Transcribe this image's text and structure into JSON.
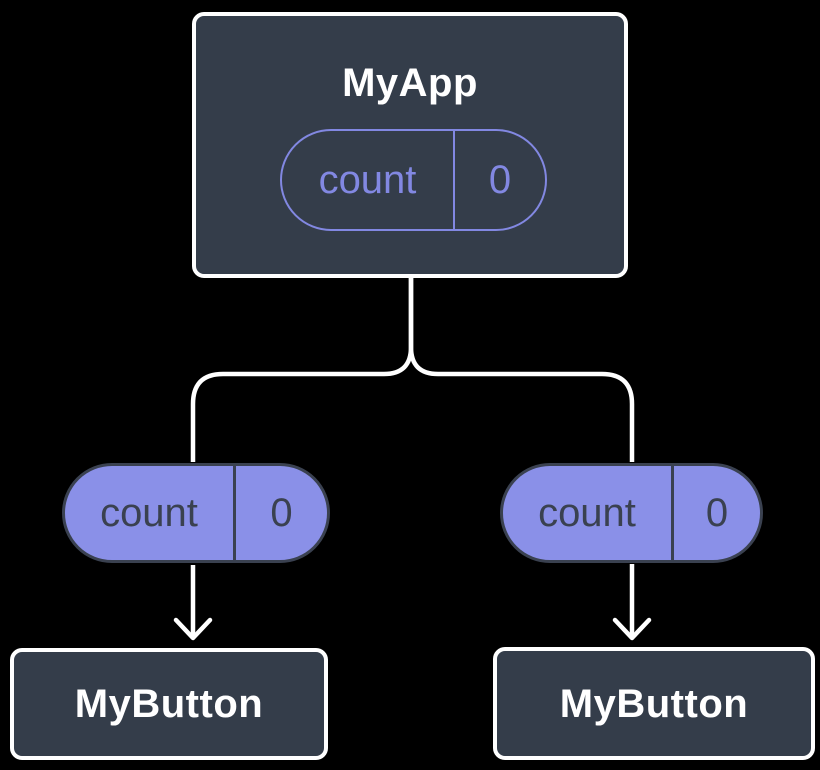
{
  "diagram": {
    "root": {
      "title": "MyApp",
      "state": {
        "name": "count",
        "value": "0"
      }
    },
    "props": [
      {
        "name": "count",
        "value": "0"
      },
      {
        "name": "count",
        "value": "0"
      }
    ],
    "children": [
      {
        "title": "MyButton"
      },
      {
        "title": "MyButton"
      }
    ],
    "colors": {
      "background": "#000000",
      "box_fill": "#343D4A",
      "box_border": "#FFFFFF",
      "title_text": "#FFFFFF",
      "pill_fill": "#8A90E8",
      "pill_dark": "#3A4150",
      "pill_outline": "#8288E2",
      "connector": "#FFFFFF"
    }
  }
}
